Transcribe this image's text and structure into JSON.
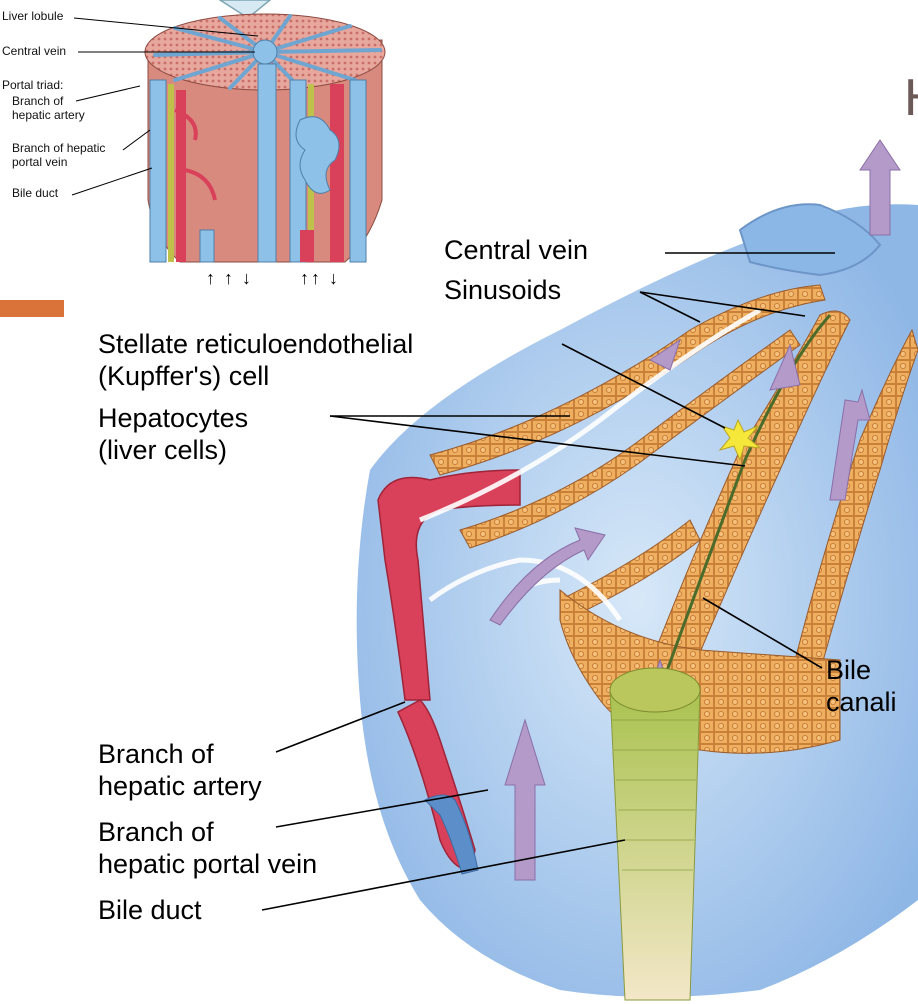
{
  "colors": {
    "accent": "#d9733a",
    "vein_blue": "#8fc3e6",
    "artery_red": "#d9415a",
    "hepatocyte_orange": "#e9a958",
    "bile_green": "#b4b452",
    "background_blue": "#b9d8f3",
    "arrow_purple": "#b39ac8"
  },
  "title_fragment": "H",
  "inset": {
    "labels": {
      "liver_lobule": "Liver lobule",
      "central_vein": "Central vein",
      "portal_triad": "Portal triad:",
      "branch_hepatic_artery": "Branch of\nhepatic artery",
      "branch_hepatic_portal_vein": "Branch of hepatic\nportal vein",
      "bile_duct": "Bile duct"
    },
    "flow_arrows_left": "↑ ↑ ↓",
    "flow_arrows_right": "↑↑ ↓"
  },
  "main": {
    "labels": {
      "central_vein": "Central vein",
      "sinusoids": "Sinusoids",
      "stellate_cell": "Stellate reticuloendothelial\n(Kupffer's) cell",
      "hepatocytes": "Hepatocytes\n(liver cells)",
      "bile_canaliculi": "Bile\ncanali",
      "branch_hepatic_artery": "Branch of\nhepatic artery",
      "branch_hepatic_portal_vein": "Branch of\nhepatic portal vein",
      "bile_duct": "Bile duct"
    }
  }
}
